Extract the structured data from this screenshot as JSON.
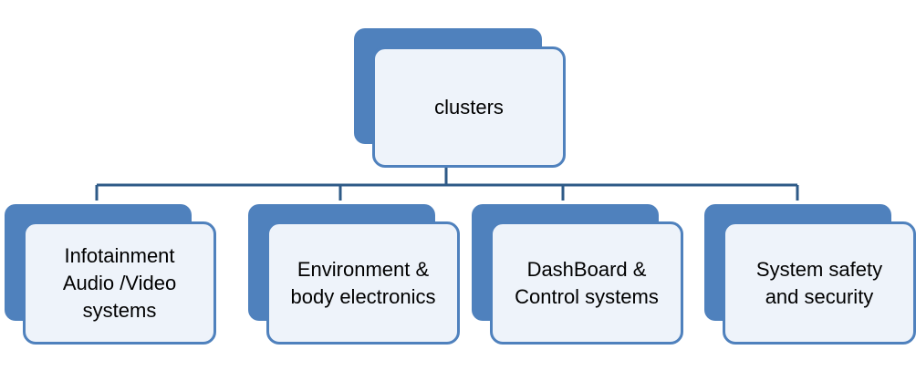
{
  "colors": {
    "accent": "#4f81bd",
    "card_fill": "#eef3fa",
    "connector": "#2e5a87",
    "text": "#000000"
  },
  "root": {
    "lines": [
      "clusters"
    ]
  },
  "children": [
    {
      "lines": [
        "Infotainment",
        "Audio /Video",
        "systems"
      ]
    },
    {
      "lines": [
        "Environment &",
        "body electronics"
      ]
    },
    {
      "lines": [
        "DashBoard &",
        "Control systems"
      ]
    },
    {
      "lines": [
        "System safety",
        "and security"
      ]
    }
  ]
}
